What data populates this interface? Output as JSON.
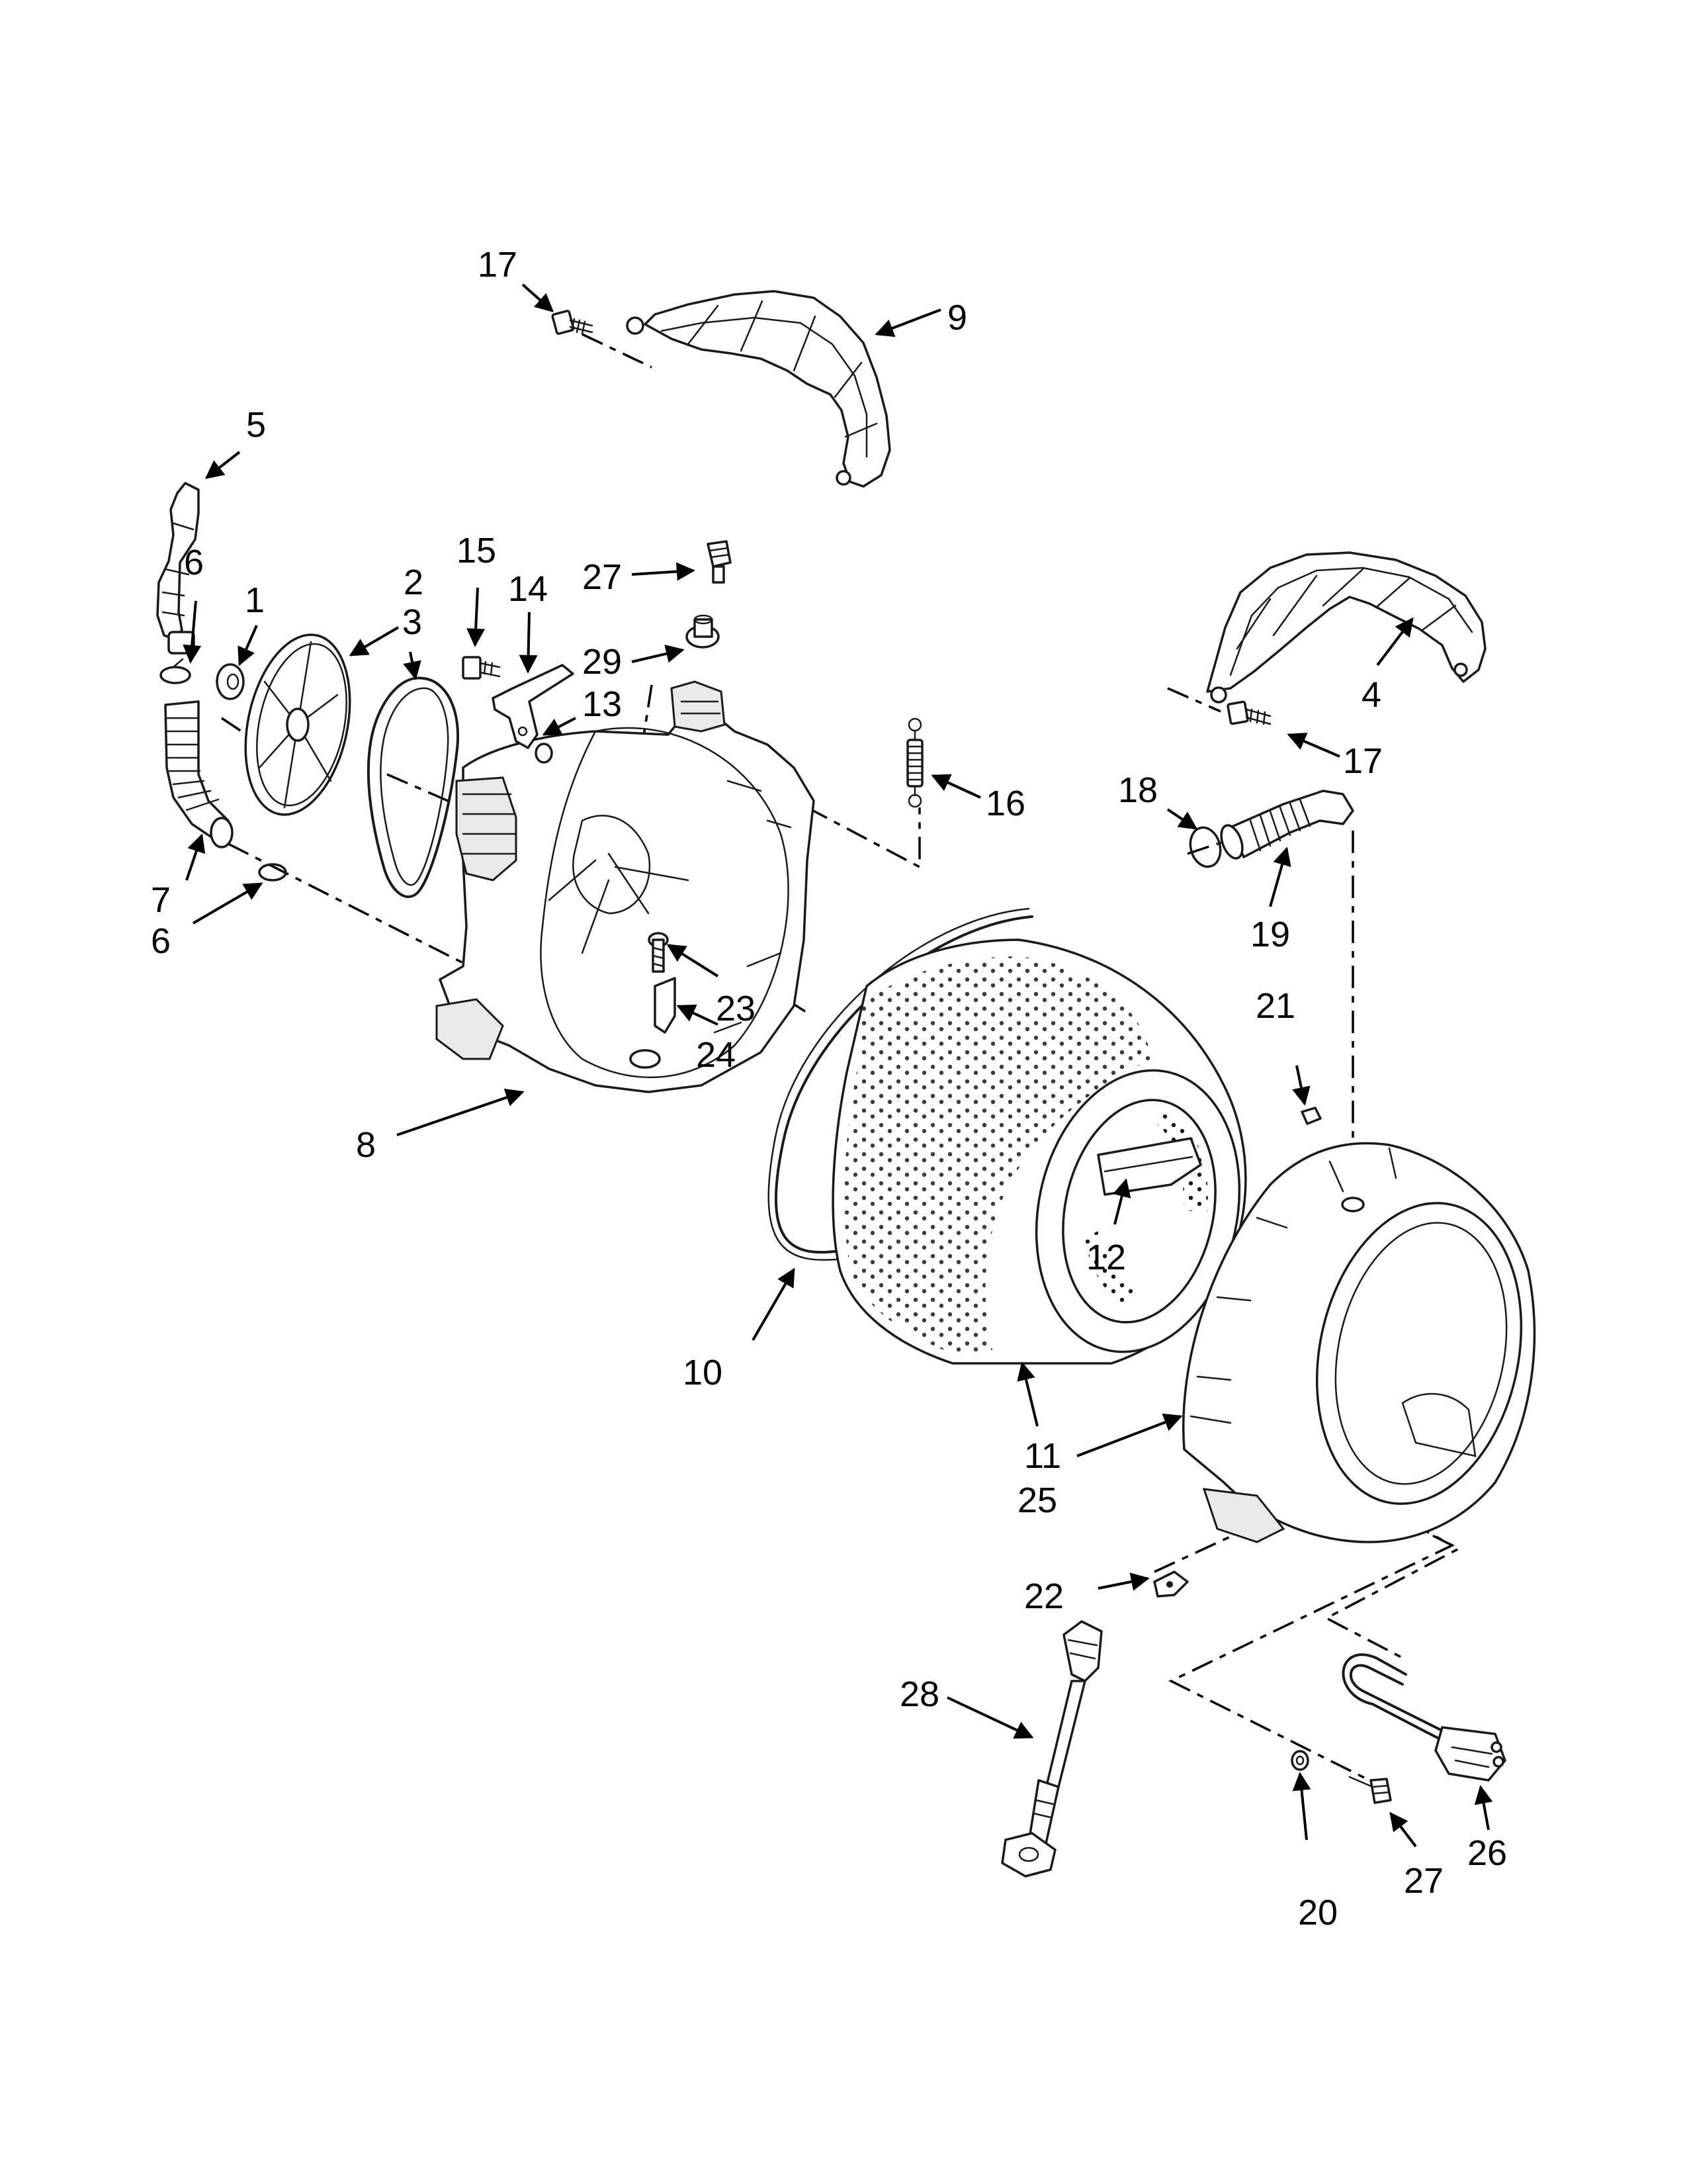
{
  "callouts": {
    "c1": "1",
    "c2": "2",
    "c3": "3",
    "c4": "4",
    "c5": "5",
    "c6a": "6",
    "c6b": "6",
    "c7": "7",
    "c8": "8",
    "c9": "9",
    "c10": "10",
    "c11": "11",
    "c12": "12",
    "c13": "13",
    "c14": "14",
    "c15": "15",
    "c16": "16",
    "c17a": "17",
    "c17b": "17",
    "c18": "18",
    "c19": "19",
    "c20": "20",
    "c21": "21",
    "c22": "22",
    "c23": "23",
    "c24": "24",
    "c25": "25",
    "c26": "26",
    "c27a": "27",
    "c27b": "27",
    "c28": "28",
    "c29": "29"
  }
}
